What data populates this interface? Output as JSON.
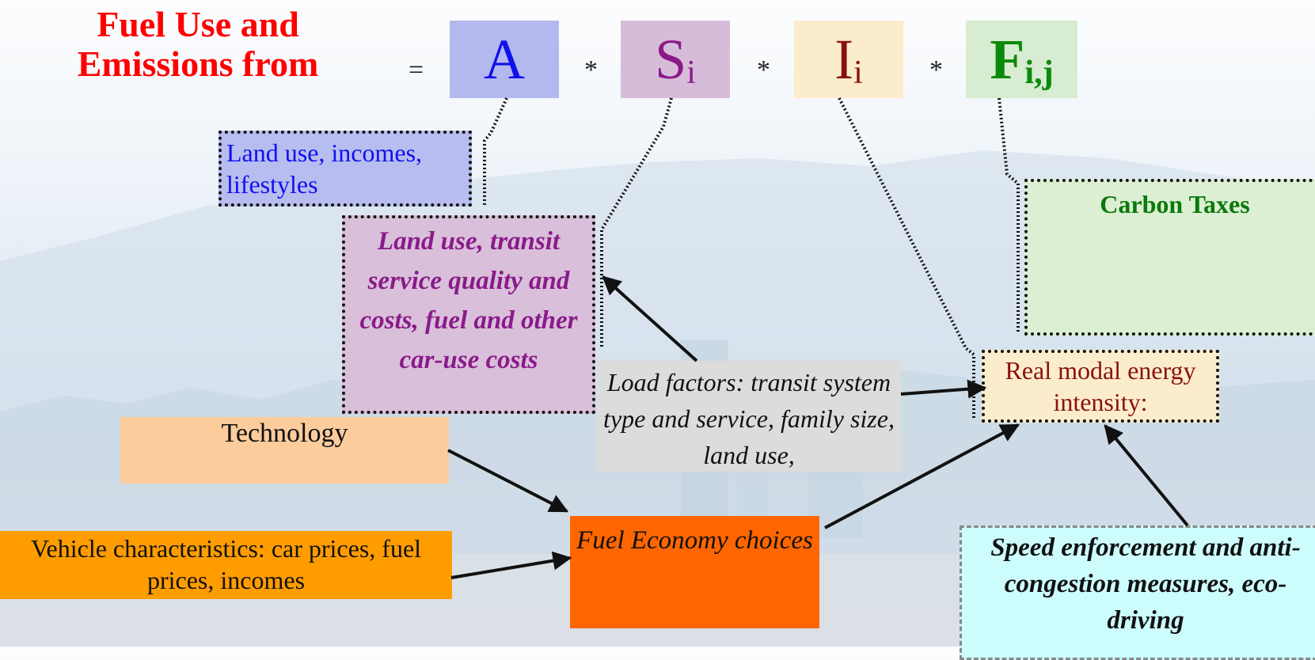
{
  "title": "Fuel Use and\nEmissions from",
  "equation": {
    "equals": "=",
    "operators": [
      "*",
      "*",
      "*"
    ],
    "factors": [
      {
        "symbol": "A",
        "sub": "",
        "color": "#1010ee"
      },
      {
        "symbol": "S",
        "sub": "i",
        "color": "#8a1a8a"
      },
      {
        "symbol": "I",
        "sub": "i",
        "color": "#8a1010"
      },
      {
        "symbol": "F",
        "sub": "i,j",
        "color": "#0a8a0a"
      }
    ]
  },
  "boxes": {
    "land_use_incomes": "Land use, incomes, lifestyles",
    "land_use_transit": "Land use, transit service quality and costs, fuel and other car-use costs",
    "carbon_taxes": "Carbon Taxes",
    "real_modal_energy": "Real modal energy intensity:",
    "load_factors": "Load factors: transit system type and service, family size, land use,",
    "technology": "Technology",
    "vehicle_characteristics": "Vehicle characteristics:    car prices, fuel prices, incomes",
    "fuel_economy": "Fuel Economy choices",
    "speed_enforcement": "Speed enforcement and anti-congestion measures, eco-driving"
  },
  "colors": {
    "title": "#ff0000",
    "factor_A_bg": "#b3b8ee",
    "factor_S_bg": "#d7bcd9",
    "factor_I_bg": "#fbedcc",
    "factor_F_bg": "#d7ecd0",
    "technology_bg": "#fccc9c",
    "vehicle_bg": "#ff9c00",
    "fuel_economy_bg": "#ff6600",
    "speed_bg": "#cdfcfc"
  }
}
